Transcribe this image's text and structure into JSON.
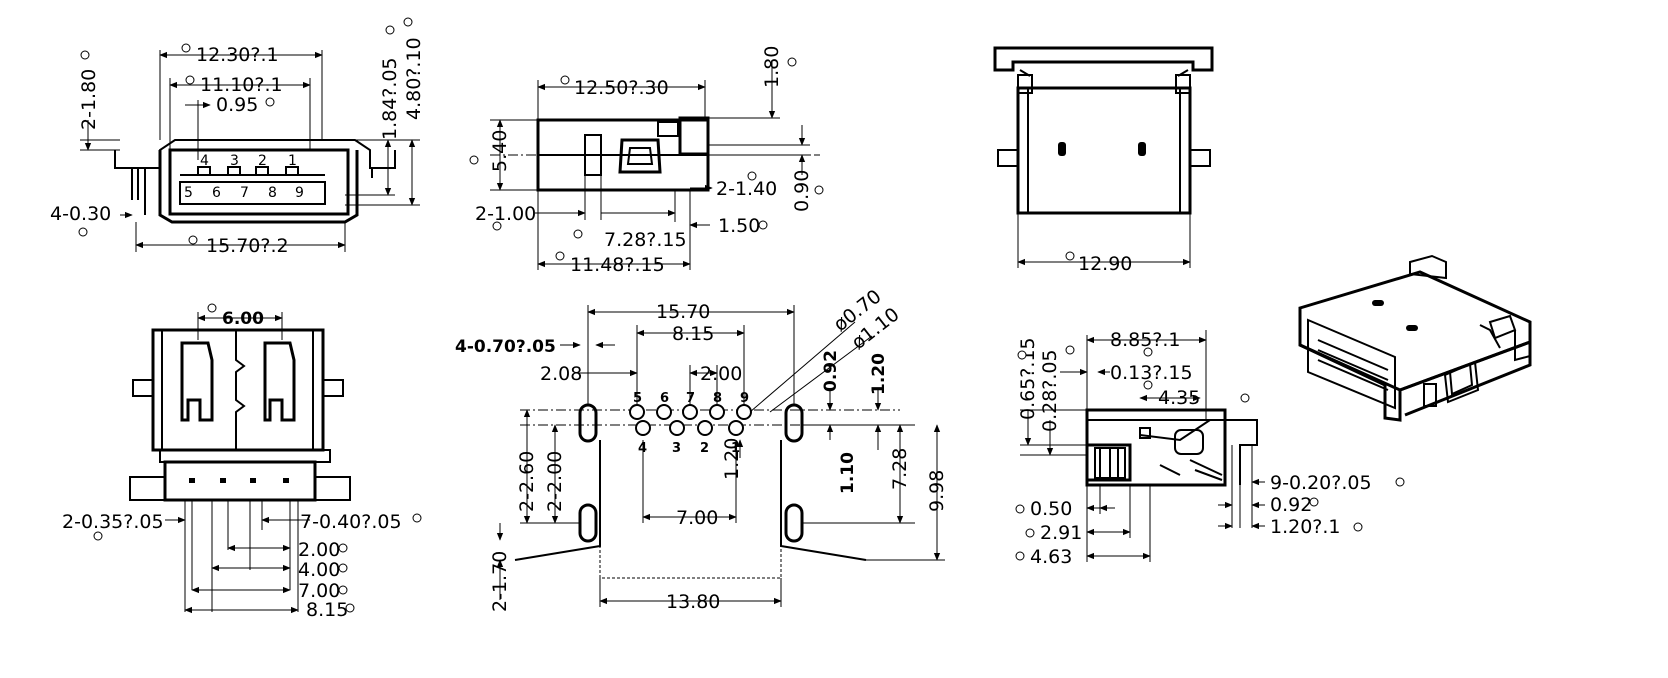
{
  "front_view": {
    "dim_width_outer": "12.30?.1",
    "dim_width_inner": "11.10?.1",
    "dim_pitch": "0.95",
    "dim_lead": "4-0.30",
    "dim_overall": "15.70?.2",
    "dim_left_h": "2-1.80",
    "dim_h1": "1.84?.05",
    "dim_h2": "4.80?.10",
    "pins_top": [
      "4",
      "3",
      "2",
      "1"
    ],
    "pins_bottom": [
      "5",
      "6",
      "7",
      "8",
      "9"
    ]
  },
  "side_view": {
    "dim_length": "12.50?.30",
    "dim_height": "5.40",
    "dim_top": "1.80",
    "dim_slot": "2-1.40",
    "dim_offset": "0.90",
    "dim_lead": "1.50",
    "dim_pitch": "2-1.00",
    "dim_mid": "7.28?.15",
    "dim_overall": "11.48?.15"
  },
  "top_view": {
    "dim_width": "12.90"
  },
  "bottom_view": {
    "dim_center": "6.00",
    "dim_lead": "2-0.35?.05",
    "dim_pins": "7-0.40?.05",
    "dim_1": "2.00",
    "dim_2": "4.00",
    "dim_3": "7.00",
    "dim_4": "8.15"
  },
  "pcb_footprint": {
    "dim_width": "15.70",
    "dim_pitch_row": "8.15",
    "dim_hole": "4-0.70?.05",
    "dim_d1": "ø0.70",
    "dim_d2": "ø1.10",
    "dim_left": "2.08",
    "dim_pitch": "2.00",
    "dim_092": "0.92",
    "dim_120a": "1.20",
    "dim_120b": "1.20",
    "dim_110": "1.10",
    "dim_728": "7.28",
    "dim_998": "9.98",
    "dim_260": "2-2.60",
    "dim_200": "2-2.00",
    "dim_170": "2-1.70",
    "dim_700": "7.00",
    "dim_1380": "13.80",
    "pins_top": [
      "5",
      "6",
      "7",
      "8",
      "9"
    ],
    "pins_bottom": [
      "4",
      "3",
      "2",
      "1"
    ]
  },
  "section_view": {
    "dim_885": "8.85?.1",
    "dim_013": "0.13?.15",
    "dim_435": "4.35",
    "dim_065": "0.65?.15",
    "dim_028": "0.28?.05",
    "dim_050": "0.50",
    "dim_291": "2.91",
    "dim_463": "4.63",
    "dim_020": "9-0.20?.05",
    "dim_092": "0.92",
    "dim_120": "1.20?.1"
  }
}
